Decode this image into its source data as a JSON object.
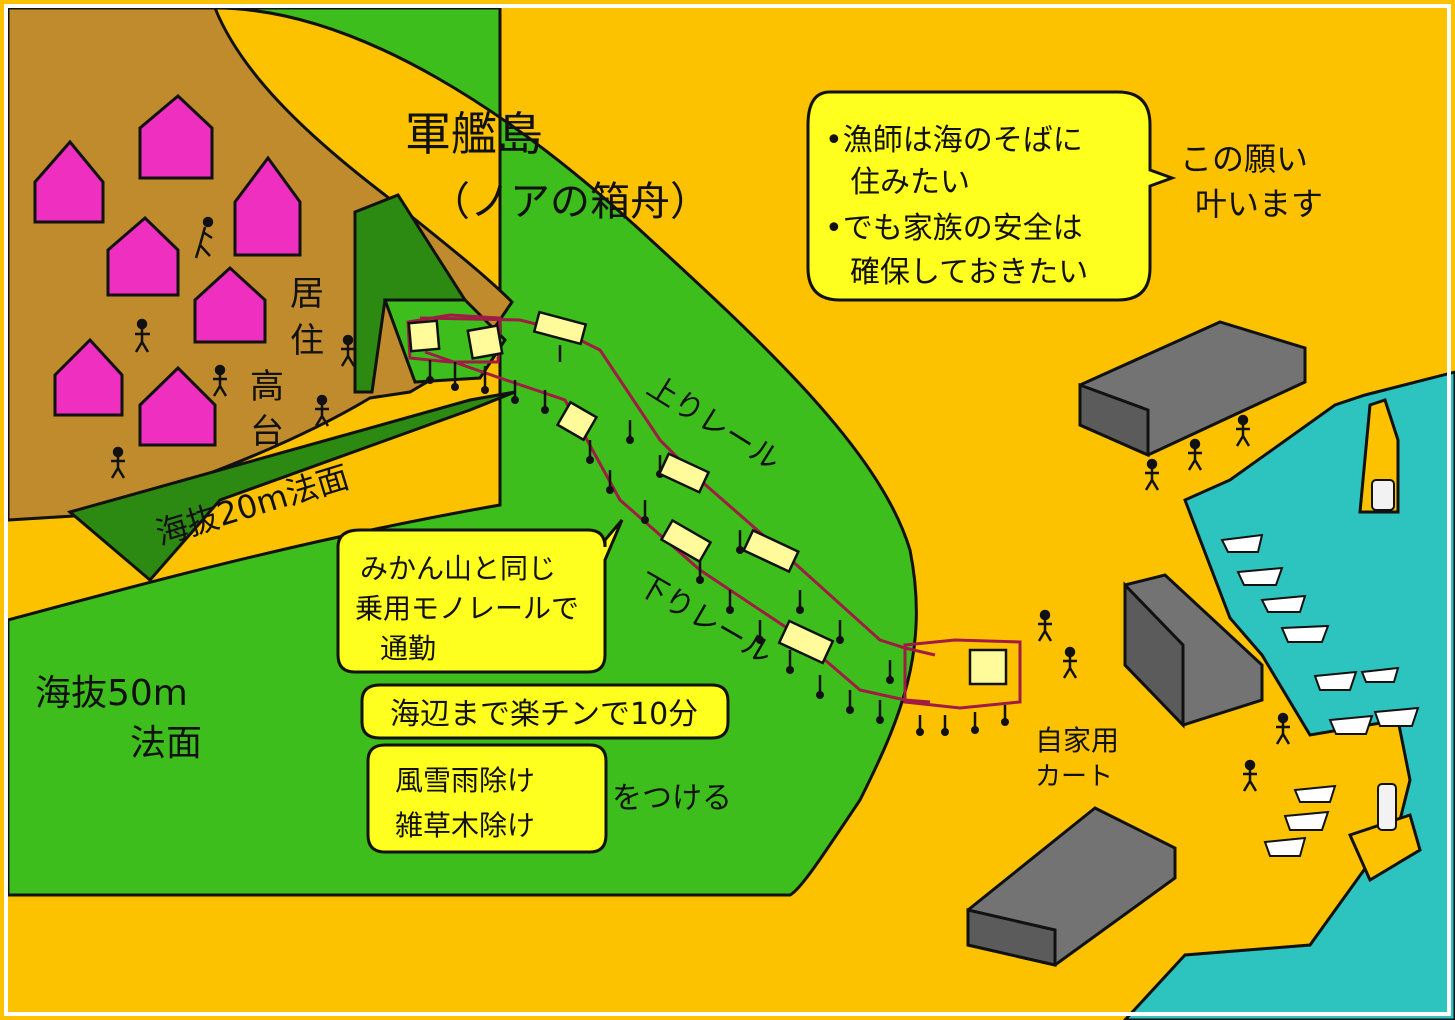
{
  "title": {
    "line1": "軍艦島",
    "line2": "（ノアの箱舟）"
  },
  "labels": {
    "residential": [
      "居",
      "住",
      "高",
      "台"
    ],
    "slope_20": "海抜20m法面",
    "slope_50_line1": "海抜50m",
    "slope_50_line2": "法面",
    "up_rail": "上りレール",
    "down_rail": "下りレール",
    "cart_line1": "自家用",
    "cart_line2": "カート"
  },
  "wishes": {
    "items": [
      "•漁師は海のそばに",
      "住みたい",
      "•でも家族の安全は",
      "確保しておきたい"
    ],
    "answer_line1": "この願い",
    "answer_line2": "叶います"
  },
  "features": {
    "monorail_lines": [
      "みかん山と同じ",
      "乗用モノレールで",
      "通勤"
    ],
    "commute": "海辺まで楽チンで10分",
    "shelter_lines": [
      "風雪雨除け",
      "雑草木除け"
    ],
    "shelter_suffix": "をつける"
  },
  "colors": {
    "land": "#c08b2c",
    "green": "#3dbe1c",
    "dark_green": "#2c8a12",
    "ground": "#fcc200",
    "sea": "#2dc4bf",
    "house": "#ee2fbf",
    "callout": "#ffff1f",
    "rail": "#a01c44",
    "building": "#737373"
  }
}
